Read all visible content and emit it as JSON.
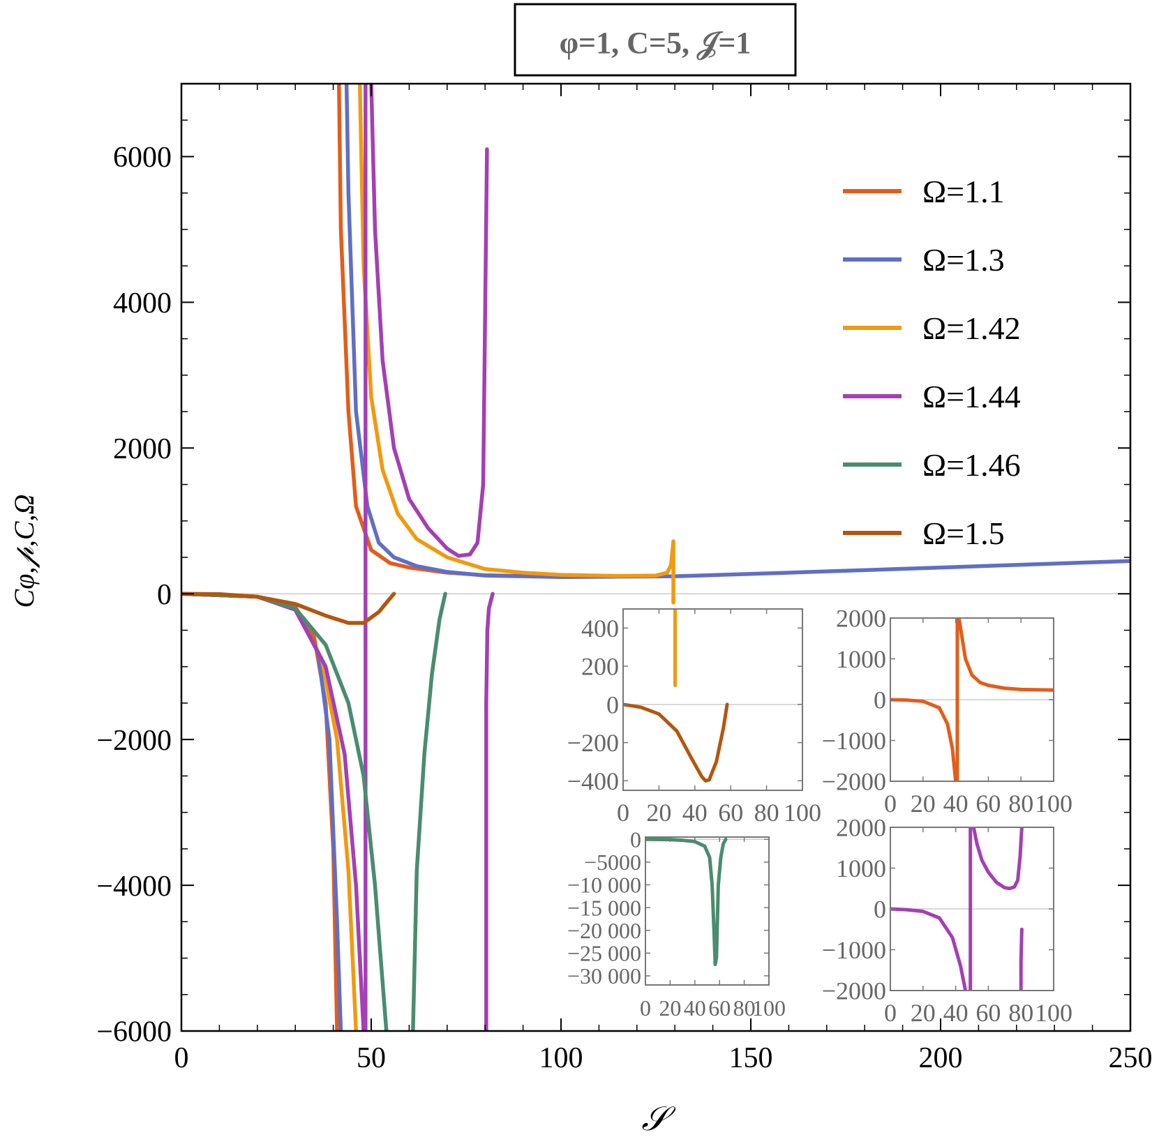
{
  "title": "φ=1, C=5, 𝒥=1",
  "colors": {
    "Ω=1.1": "#E35D1A",
    "Ω=1.3": "#5F6FC6",
    "Ω=1.42": "#F09A10",
    "Ω=1.44": "#A43FB5",
    "Ω=1.46": "#4A8C70",
    "Ω=1.5": "#B4560F",
    "frame": "#000000",
    "inset_frame": "#777777",
    "zero_line": "#cccccc"
  },
  "chart_data": [
    {
      "type": "line",
      "title": "φ=1, C=5, 𝒥=1",
      "xlabel": "𝒮",
      "ylabel": "Cφ,𝓅,C,Ω",
      "xlim": [
        0,
        250
      ],
      "ylim": [
        -6000,
        7000
      ],
      "x_ticks": [
        "0",
        "50",
        "100",
        "150",
        "200",
        "250"
      ],
      "y_ticks": [
        "−6000",
        "−4000",
        "−2000",
        "0",
        "2000",
        "4000",
        "6000"
      ],
      "x_tick_values": [
        0,
        50,
        100,
        150,
        200,
        250
      ],
      "y_tick_values": [
        -6000,
        -4000,
        -2000,
        0,
        2000,
        4000,
        6000
      ],
      "legend_position": "top-right",
      "series": [
        {
          "name": "Ω=1.1",
          "segments": [
            [
              [
                0,
                0
              ],
              [
                20,
                -40
              ],
              [
                30,
                -180
              ],
              [
                35,
                -600
              ],
              [
                38,
                -1500
              ],
              [
                40,
                -3500
              ],
              [
                41,
                -6000
              ]
            ],
            [
              [
                41.5,
                7000
              ],
              [
                42,
                5000
              ],
              [
                44,
                2500
              ],
              [
                46,
                1200
              ],
              [
                50,
                600
              ],
              [
                55,
                420
              ],
              [
                60,
                360
              ],
              [
                70,
                290
              ],
              [
                80,
                255
              ],
              [
                100,
                235
              ],
              [
                120,
                240
              ],
              [
                127,
                245
              ]
            ]
          ]
        },
        {
          "name": "Ω=1.3",
          "segments": [
            [
              [
                0,
                0
              ],
              [
                20,
                -40
              ],
              [
                30,
                -200
              ],
              [
                36,
                -800
              ],
              [
                39,
                -2000
              ],
              [
                41,
                -4500
              ],
              [
                42,
                -6000
              ]
            ],
            [
              [
                43.5,
                7000
              ],
              [
                44,
                5500
              ],
              [
                46,
                2500
              ],
              [
                49,
                1200
              ],
              [
                52,
                700
              ],
              [
                56,
                500
              ],
              [
                62,
                380
              ],
              [
                70,
                300
              ],
              [
                80,
                250
              ],
              [
                100,
                230
              ],
              [
                130,
                240
              ],
              [
                160,
                290
              ],
              [
                200,
                360
              ],
              [
                250,
                450
              ]
            ]
          ]
        },
        {
          "name": "Ω=1.42",
          "segments": [
            [
              [
                0,
                0
              ],
              [
                20,
                -40
              ],
              [
                30,
                -220
              ],
              [
                37,
                -900
              ],
              [
                41,
                -2000
              ],
              [
                44,
                -3800
              ],
              [
                46,
                -6000
              ]
            ],
            [
              [
                47,
                7000
              ],
              [
                48,
                4500
              ],
              [
                50,
                2700
              ],
              [
                53,
                1700
              ],
              [
                57,
                1100
              ],
              [
                62,
                750
              ],
              [
                70,
                500
              ],
              [
                80,
                340
              ],
              [
                90,
                290
              ],
              [
                100,
                260
              ],
              [
                115,
                245
              ],
              [
                125,
                250
              ],
              [
                128,
                290
              ],
              [
                129,
                400
              ],
              [
                129.6,
                720
              ]
            ],
            [
              [
                129.6,
                720
              ],
              [
                129.6,
                -120
              ]
            ]
          ]
        },
        {
          "name": "Ω=1.44",
          "segments": [
            [
              [
                0,
                0
              ],
              [
                20,
                -40
              ],
              [
                30,
                -220
              ],
              [
                38,
                -1000
              ],
              [
                43,
                -2200
              ],
              [
                46,
                -4000
              ],
              [
                48,
                -6000
              ]
            ],
            [
              [
                48.5,
                -6000
              ],
              [
                48.5,
                7000
              ]
            ],
            [
              [
                50,
                7000
              ],
              [
                51,
                5000
              ],
              [
                53,
                3200
              ],
              [
                56,
                2000
              ],
              [
                60,
                1300
              ],
              [
                65,
                900
              ],
              [
                70,
                620
              ],
              [
                73,
                520
              ],
              [
                76,
                540
              ],
              [
                78,
                700
              ],
              [
                79.5,
                1500
              ],
              [
                80.5,
                6100
              ]
            ],
            [
              [
                80.3,
                -6000
              ],
              [
                80.3,
                -1500
              ],
              [
                80.6,
                -500
              ],
              [
                81,
                -200
              ],
              [
                82,
                0
              ]
            ]
          ]
        },
        {
          "name": "Ω=1.46",
          "segments": [
            [
              [
                0,
                0
              ],
              [
                20,
                -40
              ],
              [
                30,
                -200
              ],
              [
                38,
                -700
              ],
              [
                44,
                -1500
              ],
              [
                48,
                -2500
              ],
              [
                51,
                -4000
              ],
              [
                54,
                -6000
              ]
            ],
            [
              [
                61,
                -6000
              ],
              [
                62,
                -3800
              ],
              [
                64,
                -2200
              ],
              [
                66,
                -1100
              ],
              [
                68,
                -350
              ],
              [
                69.5,
                0
              ]
            ]
          ]
        },
        {
          "name": "Ω=1.5",
          "segments": [
            [
              [
                0,
                0
              ],
              [
                10,
                -5
              ],
              [
                20,
                -40
              ],
              [
                30,
                -140
              ],
              [
                38,
                -300
              ],
              [
                44,
                -400
              ],
              [
                48,
                -400
              ],
              [
                52,
                -250
              ],
              [
                55,
                -60
              ],
              [
                56,
                0
              ]
            ]
          ]
        }
      ]
    },
    {
      "type": "line",
      "inset": "top-left",
      "xlim": [
        0,
        100
      ],
      "ylim": [
        -450,
        500
      ],
      "x_ticks": [
        "0",
        "20",
        "40",
        "60",
        "80",
        "100"
      ],
      "y_ticks": [
        "400",
        "200",
        "0",
        "−200",
        "−400"
      ],
      "x_tick_values": [
        0,
        20,
        40,
        60,
        80,
        100
      ],
      "y_tick_values": [
        400,
        200,
        0,
        -200,
        -400
      ],
      "series": [
        {
          "name": "Ω=1.42",
          "segments": [
            [
              [
                29,
                500
              ],
              [
                29,
                100
              ]
            ]
          ]
        },
        {
          "name": "Ω=1.5",
          "segments": [
            [
              [
                0,
                0
              ],
              [
                10,
                -15
              ],
              [
                20,
                -50
              ],
              [
                30,
                -140
              ],
              [
                38,
                -280
              ],
              [
                44,
                -380
              ],
              [
                46,
                -400
              ],
              [
                48,
                -395
              ],
              [
                52,
                -300
              ],
              [
                56,
                -120
              ],
              [
                58,
                0
              ]
            ]
          ]
        }
      ]
    },
    {
      "type": "line",
      "inset": "top-right",
      "xlim": [
        0,
        100
      ],
      "ylim": [
        -2000,
        2000
      ],
      "x_ticks": [
        "0",
        "20",
        "40",
        "60",
        "80",
        "100"
      ],
      "y_ticks": [
        "2000",
        "1000",
        "0",
        "−1000",
        "−2000"
      ],
      "x_tick_values": [
        0,
        20,
        40,
        60,
        80,
        100
      ],
      "y_tick_values": [
        2000,
        1000,
        0,
        -1000,
        -2000
      ],
      "series": [
        {
          "name": "Ω=1.1",
          "segments": [
            [
              [
                0,
                0
              ],
              [
                10,
                -10
              ],
              [
                20,
                -40
              ],
              [
                30,
                -200
              ],
              [
                35,
                -600
              ],
              [
                38,
                -1200
              ],
              [
                40,
                -2000
              ]
            ],
            [
              [
                41,
                -2000
              ],
              [
                41,
                2000
              ]
            ],
            [
              [
                42,
                2000
              ],
              [
                44,
                1500
              ],
              [
                46,
                1000
              ],
              [
                50,
                600
              ],
              [
                55,
                420
              ],
              [
                60,
                350
              ],
              [
                70,
                280
              ],
              [
                80,
                250
              ],
              [
                100,
                235
              ]
            ]
          ]
        }
      ]
    },
    {
      "type": "line",
      "inset": "bottom-left",
      "xlim": [
        0,
        100
      ],
      "ylim": [
        -32000,
        500
      ],
      "x_ticks": [
        "0",
        "20",
        "40",
        "60",
        "80",
        "100"
      ],
      "y_ticks": [
        "0",
        "−5000",
        "−10 000",
        "−15 000",
        "−20 000",
        "−25 000",
        "−30 000"
      ],
      "x_tick_values": [
        0,
        20,
        40,
        60,
        80,
        100
      ],
      "y_tick_values": [
        0,
        -5000,
        -10000,
        -15000,
        -20000,
        -25000,
        -30000
      ],
      "series": [
        {
          "name": "Ω=1.46",
          "segments": [
            [
              [
                0,
                0
              ],
              [
                20,
                -50
              ],
              [
                30,
                -200
              ],
              [
                40,
                -500
              ],
              [
                48,
                -1500
              ],
              [
                52,
                -4000
              ],
              [
                54,
                -10000
              ],
              [
                55.5,
                -20000
              ],
              [
                56.5,
                -27500
              ],
              [
                57.5,
                -26000
              ],
              [
                59,
                -10000
              ],
              [
                61,
                -4000
              ],
              [
                63,
                -1000
              ],
              [
                65,
                0
              ]
            ]
          ]
        }
      ]
    },
    {
      "type": "line",
      "inset": "bottom-right",
      "xlim": [
        0,
        100
      ],
      "ylim": [
        -2000,
        2000
      ],
      "x_ticks": [
        "0",
        "20",
        "40",
        "60",
        "80",
        "100"
      ],
      "y_ticks": [
        "2000",
        "1000",
        "0",
        "−1000",
        "−2000"
      ],
      "x_tick_values": [
        0,
        20,
        40,
        60,
        80,
        100
      ],
      "y_tick_values": [
        2000,
        1000,
        0,
        -1000,
        -2000
      ],
      "series": [
        {
          "name": "Ω=1.44",
          "segments": [
            [
              [
                0,
                0
              ],
              [
                10,
                -20
              ],
              [
                20,
                -60
              ],
              [
                30,
                -220
              ],
              [
                38,
                -700
              ],
              [
                43,
                -1400
              ],
              [
                46,
                -2000
              ]
            ],
            [
              [
                49,
                -2000
              ],
              [
                49,
                2000
              ]
            ],
            [
              [
                51,
                2000
              ],
              [
                53,
                1600
              ],
              [
                56,
                1200
              ],
              [
                60,
                900
              ],
              [
                65,
                650
              ],
              [
                70,
                520
              ],
              [
                73,
                500
              ],
              [
                76,
                540
              ],
              [
                78,
                700
              ],
              [
                79.5,
                1300
              ],
              [
                80.5,
                2000
              ]
            ],
            [
              [
                80,
                -2000
              ],
              [
                80,
                -1300
              ],
              [
                80.5,
                -500
              ]
            ]
          ]
        }
      ]
    }
  ]
}
